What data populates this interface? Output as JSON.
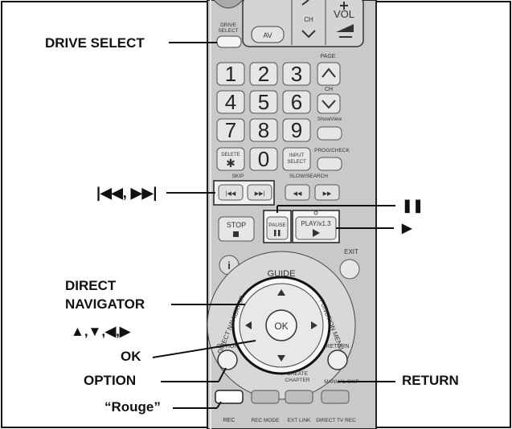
{
  "callouts": {
    "drive_select": "DRIVE SELECT",
    "skip": "|◀◀, ▶▶|",
    "pause": "❚❚",
    "play": "▶",
    "direct_navigator_1": "DIRECT",
    "direct_navigator_2": "NAVIGATOR",
    "arrows": "▲,▼,◀,▶",
    "ok": "OK",
    "option": "OPTION",
    "return": "RETURN",
    "rouge": "“Rouge”"
  },
  "remote": {
    "ch": "CH",
    "vol": "VOL",
    "av": "AV",
    "drive_select": "DRIVE SELECT",
    "page": "PAGE",
    "ch_small": "CH",
    "digits": [
      "1",
      "2",
      "3",
      "4",
      "5",
      "6",
      "7",
      "8",
      "9",
      "0"
    ],
    "star": "✱",
    "delete": "DELETE",
    "input_select": "INPUT SELECT",
    "show_view": "ShowView",
    "prog_check": "PROG/CHECK",
    "skip": "SKIP",
    "slow_search": "SLOW/SEARCH",
    "stop": "STOP",
    "pause": "PAUSE",
    "play": "PLAY/x1.3",
    "exit": "EXIT",
    "info": "i",
    "guide": "GUIDE",
    "direct_navigator": "DIRECT NAVIGATOR",
    "functions_menu": "FUNCTION MENU",
    "ok": "OK",
    "option": "OPTION",
    "return": "RETURN",
    "create_chapter": "CREATE CHAPTER",
    "manual_skip": "MANUAL SKIP",
    "rec": "REC",
    "rec_mode": "REC MODE",
    "ext_link": "EXT LINK",
    "direct_tv_rec": "DIRECT TV REC"
  },
  "colors": {
    "body": "#c8c8c8",
    "button": "#e0e0e0",
    "dark": "#555555",
    "frame": "#111111"
  }
}
